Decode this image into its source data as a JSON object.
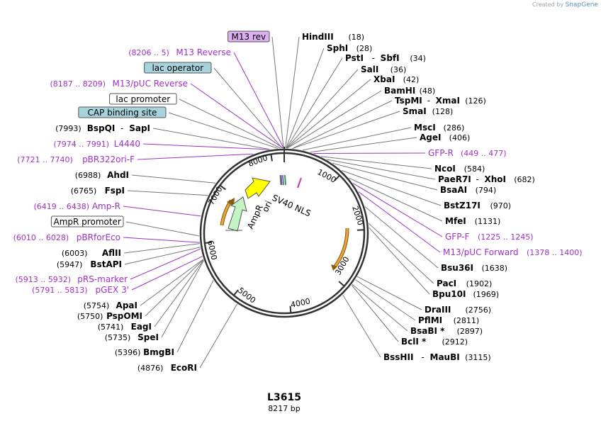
{
  "branding": {
    "created_by": "Created by",
    "product": "SnapGene"
  },
  "plasmid": {
    "name": "L3615",
    "length_label": "8217 bp",
    "total_bp": 8217
  },
  "ticks": [
    "1000",
    "2000",
    "3000",
    "4000",
    "5000",
    "6000",
    "7000",
    "8000"
  ],
  "inner_labels": [
    "SV40 NLS",
    "ori",
    "AmpR"
  ],
  "sites_right": [
    {
      "name": "HindIII",
      "pos": "(18)"
    },
    {
      "name": "SphI",
      "pos": "(28)"
    },
    {
      "name": "PstI",
      "name2": "SbfI",
      "pos": "(34)"
    },
    {
      "name": "SalI",
      "pos": "(36)"
    },
    {
      "name": "XbaI",
      "pos": "(42)"
    },
    {
      "name": "BamHI",
      "pos": "(48)"
    },
    {
      "name": "TspMI",
      "name2": "XmaI",
      "pos": "(126)"
    },
    {
      "name": "SmaI",
      "pos": "(128)"
    },
    {
      "name": "MscI",
      "pos": "(286)"
    },
    {
      "name": "AgeI",
      "pos": "(406)"
    },
    {
      "name": "GFP-R",
      "pos": "(449 .. 477)",
      "primer": true
    },
    {
      "name": "NcoI",
      "pos": "(584)"
    },
    {
      "name": "PaeR7I",
      "name2": "XhoI",
      "pos": "(682)"
    },
    {
      "name": "BsaAI",
      "pos": "(794)"
    },
    {
      "name": "BstZ17I",
      "pos": "(970)"
    },
    {
      "name": "MfeI",
      "pos": "(1131)"
    },
    {
      "name": "GFP-F",
      "pos": "(1225 .. 1245)",
      "primer": true
    },
    {
      "name": "M13/pUC Forward",
      "pos": "(1378 .. 1400)",
      "primer": true
    },
    {
      "name": "Bsu36I",
      "pos": "(1638)"
    },
    {
      "name": "PacI",
      "pos": "(1902)"
    },
    {
      "name": "Bpu10I",
      "pos": "(1969)"
    },
    {
      "name": "DraIII",
      "pos": "(2756)"
    },
    {
      "name": "PflMI",
      "pos": "(2811)"
    },
    {
      "name": "BsaBI *",
      "pos": "(2897)"
    },
    {
      "name": "BclI *",
      "pos": "(2912)"
    },
    {
      "name": "BssHII",
      "name2": "MauBI",
      "pos": "(3115)"
    }
  ],
  "sites_left": [
    {
      "name": "M13 rev",
      "feature": "purple"
    },
    {
      "name": "M13 Reverse",
      "pos": "(8206 .. 5)",
      "primer": true
    },
    {
      "name": "lac operator",
      "feature": "teal"
    },
    {
      "name": "M13/pUC Reverse",
      "pos": "(8187 .. 8209)",
      "primer": true
    },
    {
      "name": "lac promoter",
      "feature": "white"
    },
    {
      "name": "CAP binding site",
      "feature": "teal"
    },
    {
      "name": "BspQI",
      "name2": "SapI",
      "pos": "(7993)"
    },
    {
      "name": "L4440",
      "pos": "(7974 .. 7991)",
      "primer": true
    },
    {
      "name": "pBR322ori-F",
      "pos": "(7721 .. 7740)",
      "primer": true
    },
    {
      "name": "AhdI",
      "pos": "(6988)"
    },
    {
      "name": "FspI",
      "pos": "(6765)"
    },
    {
      "name": "Amp-R",
      "pos": "(6419 .. 6438)",
      "primer": true
    },
    {
      "name": "AmpR promoter",
      "feature": "white"
    },
    {
      "name": "pBRforEco",
      "pos": "(6010 .. 6028)",
      "primer": true
    },
    {
      "name": "AflII",
      "pos": "(6003)"
    },
    {
      "name": "BstAPI",
      "pos": "(5947)"
    },
    {
      "name": "pRS-marker",
      "pos": "(5913 .. 5932)",
      "primer": true
    },
    {
      "name": "pGEX 3'",
      "pos": "(5791 .. 5813)",
      "primer": true
    },
    {
      "name": "ApaI",
      "pos": "(5754)"
    },
    {
      "name": "PspOMI",
      "pos": "(5750)"
    },
    {
      "name": "EagI",
      "pos": "(5741)"
    },
    {
      "name": "SpeI",
      "pos": "(5735)"
    },
    {
      "name": "BmgBI",
      "pos": "(5396)"
    },
    {
      "name": "EcoRI",
      "pos": "(4876)"
    }
  ],
  "colors": {
    "primer": "#a030c8",
    "enzyme": "#000000",
    "teal_box": "#a7d3dc",
    "purple_box": "#dcb0f0",
    "ampr": "#c3f5c3",
    "yellow": "#ffff00",
    "orange": "#e8a33a"
  }
}
